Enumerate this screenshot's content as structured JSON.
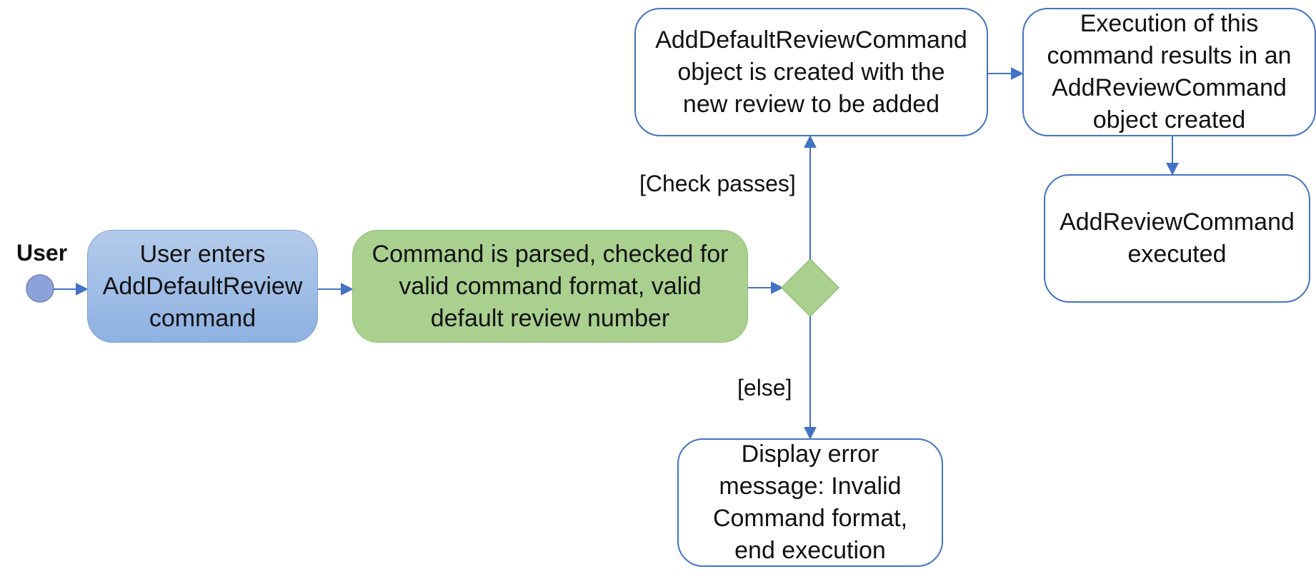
{
  "swimlane": {
    "title": "User"
  },
  "nodes": {
    "user_enters": "User enters\nAddDefaultReview\ncommand",
    "parse_check": "Command is parsed, checked for\nvalid command format, valid\ndefault review number",
    "create_command": "AddDefaultReviewCommand\nobject is created with the\nnew review to be added",
    "execution_results": "Execution of this\ncommand results in an\nAddReviewCommand\nobject created",
    "command_executed": "AddReviewCommand\nexecuted",
    "error_message": "Display error\nmessage: Invalid\nCommand format,\nend execution"
  },
  "guards": {
    "pass": "[Check passes]",
    "else": "[else]"
  },
  "colors": {
    "line": "#4472c4",
    "start_node": "#8da2d9",
    "decision": "#a9d08e",
    "user_action": "#9dbde6",
    "parse_action": "#a9d08e"
  }
}
